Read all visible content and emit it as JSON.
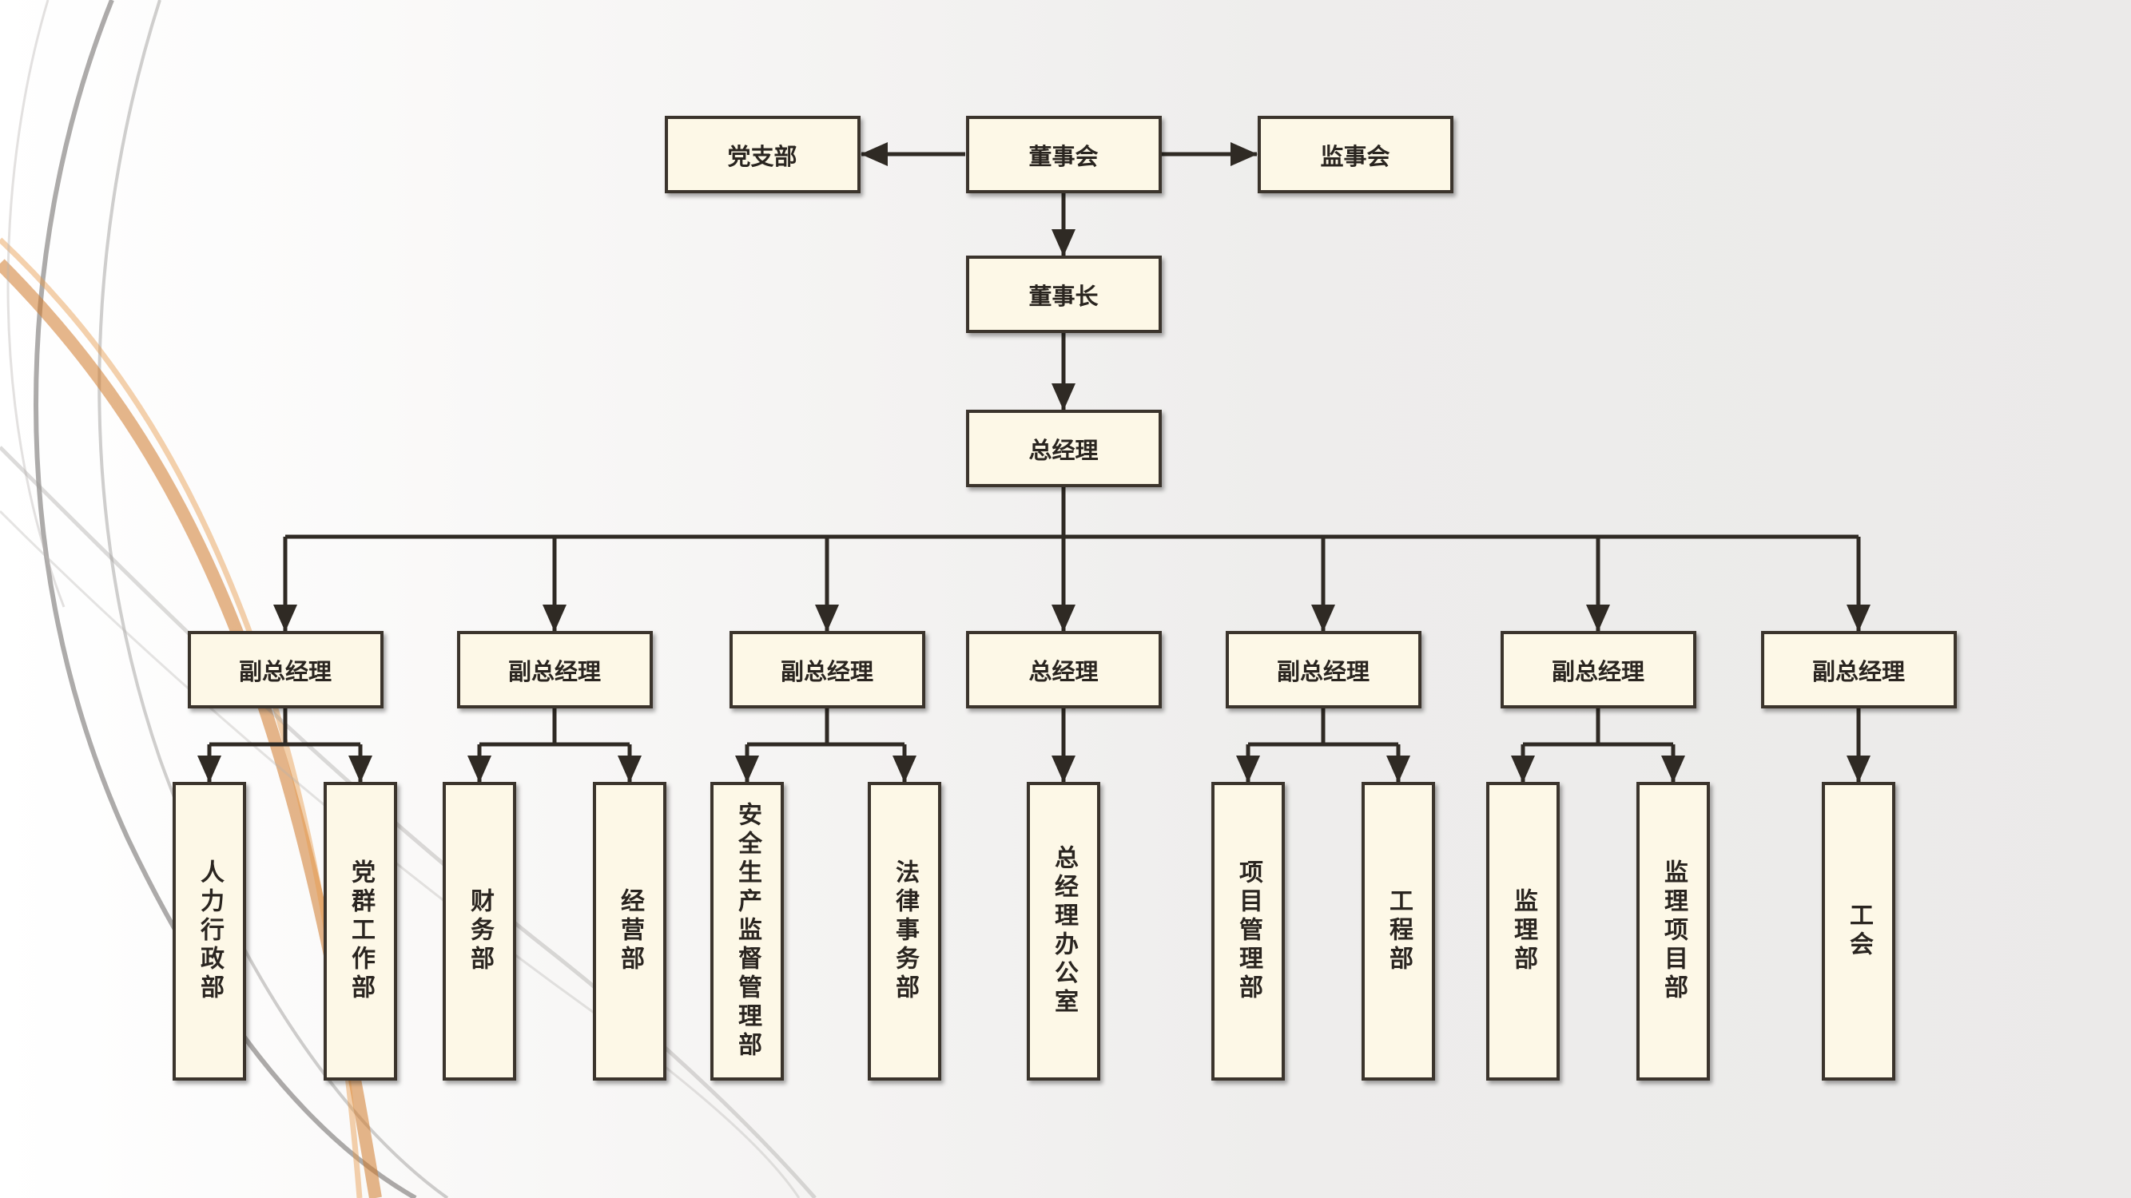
{
  "top_row": {
    "left": "党支部",
    "center": "董事会",
    "right": "监事会"
  },
  "chairman": "董事长",
  "general_manager": "总经理",
  "managers": [
    {
      "title": "副总经理",
      "departments": [
        "人力行政部",
        "党群工作部"
      ]
    },
    {
      "title": "副总经理",
      "departments": [
        "财务部",
        "经营部"
      ]
    },
    {
      "title": "副总经理",
      "departments": [
        "安全生产监督管理部",
        "法律事务部"
      ]
    },
    {
      "title": "总经理",
      "departments": [
        "总经理办公室"
      ]
    },
    {
      "title": "副总经理",
      "departments": [
        "项目管理部",
        "工程部"
      ]
    },
    {
      "title": "副总经理",
      "departments": [
        "监理部",
        "监理项目部"
      ]
    },
    {
      "title": "副总经理",
      "departments": [
        "工会"
      ]
    }
  ],
  "colors": {
    "box_fill": "#fdf8e7",
    "line": "#2f2a24",
    "text": "#2a2520"
  }
}
